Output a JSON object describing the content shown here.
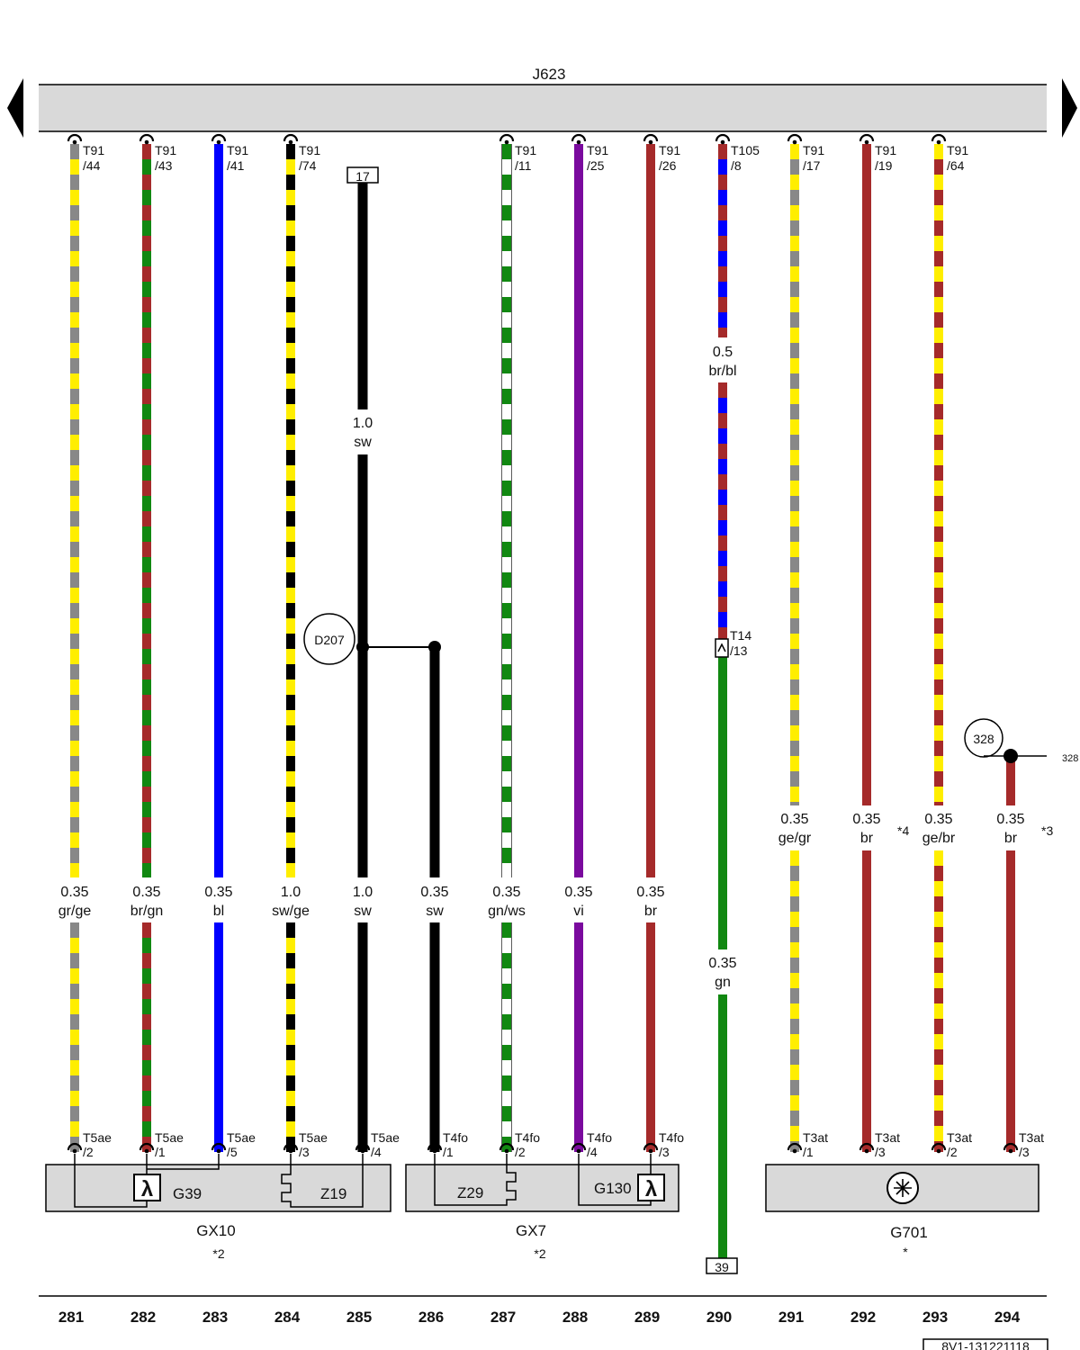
{
  "header": {
    "module_label": "J623"
  },
  "colors": {
    "gr": "#888888",
    "ge": "#ffee00",
    "br": "#a52a2a",
    "gn": "#118811",
    "bl": "#0000ff",
    "sw": "#000000",
    "ws": "#ffffff",
    "vi": "#7a0a9e",
    "module_fill": "#d9d9d9"
  },
  "wires": [
    {
      "col": "281",
      "top": {
        "a": "T91",
        "b": "/44"
      },
      "label": {
        "a": "0.35",
        "b": "gr/ge"
      },
      "bottom": {
        "a": "T5ae",
        "b": "/2"
      }
    },
    {
      "col": "282",
      "top": {
        "a": "T91",
        "b": "/43"
      },
      "label": {
        "a": "0.35",
        "b": "br/gn"
      },
      "bottom": {
        "a": "T5ae",
        "b": "/1"
      }
    },
    {
      "col": "283",
      "top": {
        "a": "T91",
        "b": "/41"
      },
      "label": {
        "a": "0.35",
        "b": "bl"
      },
      "bottom": {
        "a": "T5ae",
        "b": "/5"
      }
    },
    {
      "col": "284",
      "top": {
        "a": "T91",
        "b": "/74"
      },
      "label": {
        "a": "1.0",
        "b": "sw/ge"
      },
      "bottom": {
        "a": "T5ae",
        "b": "/3"
      }
    },
    {
      "col": "285",
      "ref_top": "17",
      "mid_label": {
        "a": "1.0",
        "b": "sw"
      },
      "label": {
        "a": "1.0",
        "b": "sw"
      },
      "bottom": {
        "a": "T5ae",
        "b": "/4"
      }
    },
    {
      "col": "286",
      "label": {
        "a": "0.35",
        "b": "sw"
      },
      "bottom": {
        "a": "T4fo",
        "b": "/1"
      }
    },
    {
      "col": "287",
      "top": {
        "a": "T91",
        "b": "/11"
      },
      "label": {
        "a": "0.35",
        "b": "gn/ws"
      },
      "bottom": {
        "a": "T4fo",
        "b": "/2"
      }
    },
    {
      "col": "288",
      "top": {
        "a": "T91",
        "b": "/25"
      },
      "label": {
        "a": "0.35",
        "b": "vi"
      },
      "bottom": {
        "a": "T4fo",
        "b": "/4"
      }
    },
    {
      "col": "289",
      "top": {
        "a": "T91",
        "b": "/26"
      },
      "label": {
        "a": "0.35",
        "b": "br"
      },
      "bottom": {
        "a": "T4fo",
        "b": "/3"
      }
    },
    {
      "col": "290",
      "top": {
        "a": "T105",
        "b": "/8"
      },
      "upper_label": {
        "a": "0.5",
        "b": "br/bl"
      },
      "connector": {
        "a": "T14",
        "b": "/13"
      },
      "lower_label": {
        "a": "0.35",
        "b": "gn"
      },
      "ref_bottom": "39"
    },
    {
      "col": "291",
      "top": {
        "a": "T91",
        "b": "/17"
      },
      "label": {
        "a": "0.35",
        "b": "ge/gr"
      },
      "bottom": {
        "a": "T3at",
        "b": "/1"
      }
    },
    {
      "col": "292",
      "top": {
        "a": "T91",
        "b": "/19"
      },
      "label": {
        "a": "0.35",
        "b": "br"
      },
      "note": "*4",
      "bottom": {
        "a": "T3at",
        "b": "/3"
      }
    },
    {
      "col": "293",
      "top": {
        "a": "T91",
        "b": "/64"
      },
      "label": {
        "a": "0.35",
        "b": "ge/br"
      },
      "bottom": {
        "a": "T3at",
        "b": "/2"
      }
    },
    {
      "col": "294",
      "label": {
        "a": "0.35",
        "b": "br"
      },
      "note": "*3",
      "bottom": {
        "a": "T3at",
        "b": "/3"
      }
    }
  ],
  "splices": {
    "d207": "D207",
    "n328": "328",
    "n328_edge": "328"
  },
  "components": {
    "gx10": {
      "name": "GX10",
      "note": "*2",
      "part_a": "G39",
      "part_b": "Z19"
    },
    "gx7": {
      "name": "GX7",
      "note": "*2",
      "part_a": "Z29",
      "part_b": "G130"
    },
    "g701": {
      "name": "G701",
      "note": "*"
    }
  },
  "footer": {
    "ref_code": "8V1-131221118"
  }
}
